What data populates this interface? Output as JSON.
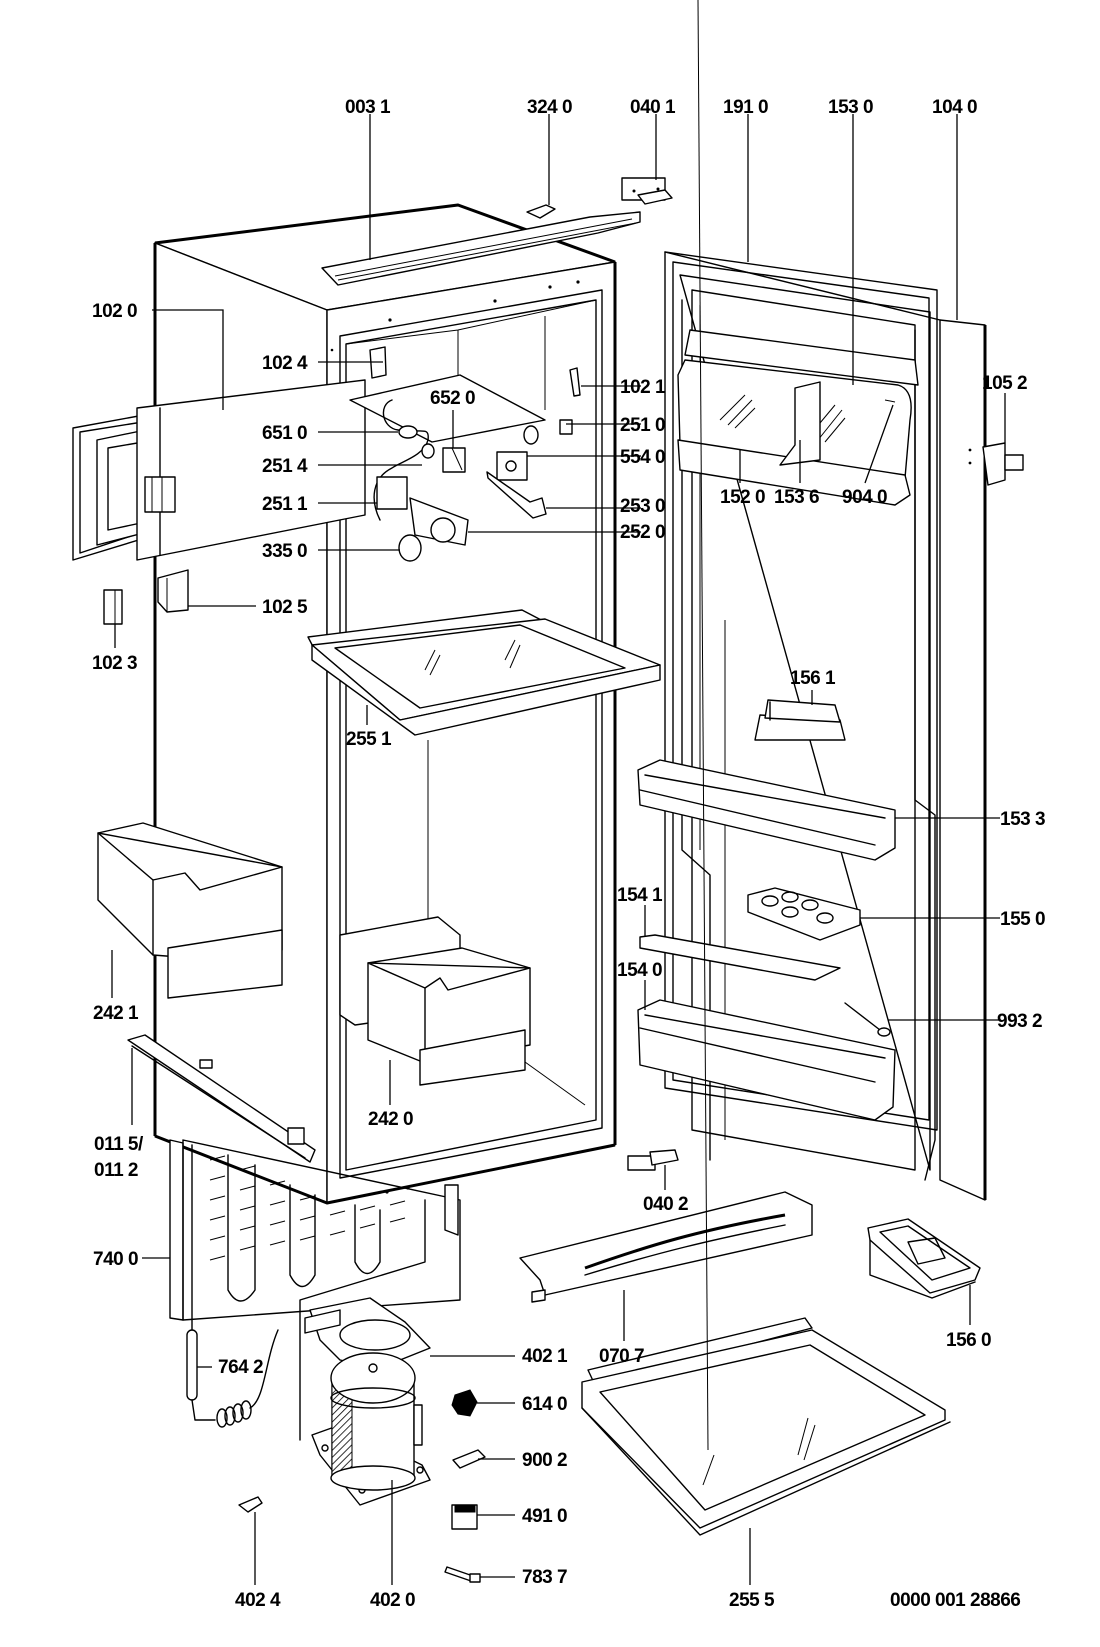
{
  "diagram": {
    "title": "Refrigerator exploded parts diagram",
    "document_number": "0000 001 28866",
    "parts": [
      {
        "id": "0031",
        "label": "003 1"
      },
      {
        "id": "3240",
        "label": "324 0"
      },
      {
        "id": "0401",
        "label": "040 1"
      },
      {
        "id": "1910",
        "label": "191 0"
      },
      {
        "id": "1530",
        "label": "153 0"
      },
      {
        "id": "1040",
        "label": "104 0"
      },
      {
        "id": "1020",
        "label": "102 0"
      },
      {
        "id": "1024",
        "label": "102 4"
      },
      {
        "id": "1021",
        "label": "102 1"
      },
      {
        "id": "6520",
        "label": "652 0"
      },
      {
        "id": "2510",
        "label": "251 0"
      },
      {
        "id": "6510",
        "label": "651 0"
      },
      {
        "id": "1052",
        "label": "105 2"
      },
      {
        "id": "5540",
        "label": "554 0"
      },
      {
        "id": "2514",
        "label": "251 4"
      },
      {
        "id": "1520",
        "label": "152 0"
      },
      {
        "id": "1536",
        "label": "153 6"
      },
      {
        "id": "9040",
        "label": "904 0"
      },
      {
        "id": "2511",
        "label": "251 1"
      },
      {
        "id": "2530",
        "label": "253 0"
      },
      {
        "id": "2520",
        "label": "252 0"
      },
      {
        "id": "3350",
        "label": "335 0"
      },
      {
        "id": "1025",
        "label": "102 5"
      },
      {
        "id": "1023",
        "label": "102 3"
      },
      {
        "id": "2551",
        "label": "255 1"
      },
      {
        "id": "1561",
        "label": "156 1"
      },
      {
        "id": "1533",
        "label": "153 3"
      },
      {
        "id": "1541",
        "label": "154 1"
      },
      {
        "id": "1550",
        "label": "155 0"
      },
      {
        "id": "1540",
        "label": "154 0"
      },
      {
        "id": "9932",
        "label": "993 2"
      },
      {
        "id": "2421",
        "label": "242 1"
      },
      {
        "id": "2420",
        "label": "242 0"
      },
      {
        "id": "0115",
        "label": "011 5/"
      },
      {
        "id": "0112",
        "label": "011 2"
      },
      {
        "id": "0402",
        "label": "040 2"
      },
      {
        "id": "7400",
        "label": "740 0"
      },
      {
        "id": "1560",
        "label": "156 0"
      },
      {
        "id": "4021",
        "label": "402 1"
      },
      {
        "id": "0707",
        "label": "070 7"
      },
      {
        "id": "7642",
        "label": "764 2"
      },
      {
        "id": "6140",
        "label": "614 0"
      },
      {
        "id": "9002",
        "label": "900 2"
      },
      {
        "id": "4910",
        "label": "491 0"
      },
      {
        "id": "7837",
        "label": "783 7"
      },
      {
        "id": "4024",
        "label": "402 4"
      },
      {
        "id": "4020",
        "label": "402 0"
      },
      {
        "id": "2555",
        "label": "255 5"
      }
    ]
  }
}
